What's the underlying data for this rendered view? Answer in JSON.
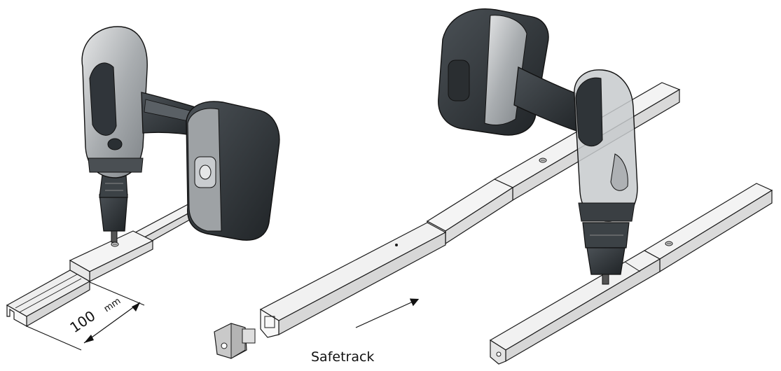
{
  "dimension": {
    "value": "100",
    "unit": "mm"
  },
  "caption": "Safetrack",
  "colors": {
    "rail_fill": "#f1f1f1",
    "rail_shade": "#d9d9d9",
    "outline": "#1a1a1a",
    "drill_dark": "#2f3438",
    "drill_silver": "#b9bcbf",
    "background": "#ffffff"
  },
  "icons": [
    "cordless-drill-icon",
    "arrow-icon",
    "end-cap-icon",
    "screw-icon"
  ]
}
